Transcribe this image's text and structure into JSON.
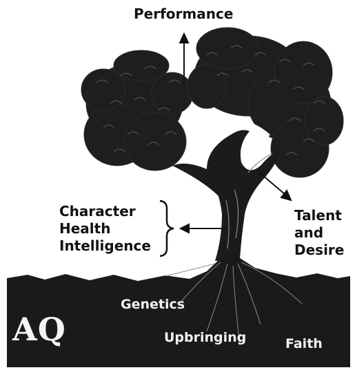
{
  "labels": {
    "top": "Performance",
    "left": [
      "Character",
      "Health",
      "Intelligence"
    ],
    "right": [
      "Talent",
      "and",
      "Desire"
    ]
  },
  "soil": {
    "logo": "AQ",
    "roots": [
      "Genetics",
      "Upbringing",
      "Faith"
    ]
  },
  "colors": {
    "ink": "#111111",
    "soil": "#1a1a1a",
    "foliage": "#222222",
    "soil_text": "#f2f2f2"
  }
}
